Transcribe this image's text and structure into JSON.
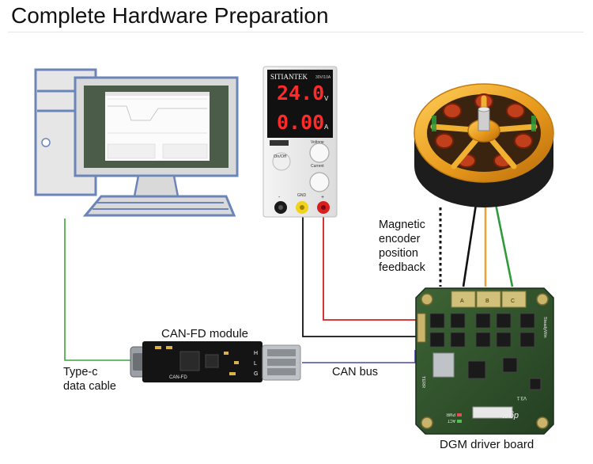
{
  "title": "Complete Hardware Preparation",
  "components": {
    "psu": {
      "brand": "SITIANTEK",
      "model": "30V/10A",
      "voltage_readout": "24.0",
      "voltage_unit": "V",
      "current_readout": "0.00",
      "current_unit": "A",
      "onoff_label": "On/Off",
      "voltage_knob_label": "Voltage",
      "current_knob_label": "Current",
      "gnd_label": "GND",
      "minus_label": "-",
      "plus_label": "+"
    },
    "can_module": {
      "name": "CAN-FD module",
      "silk": "CAN-FD",
      "pins": [
        "H",
        "L",
        "G"
      ]
    },
    "driver_board": {
      "name": "DGM driver board",
      "phases": [
        "A",
        "B",
        "C"
      ],
      "silk_brand": "dgm",
      "silk_version": "V3.1",
      "silk_side": "SteadyWin",
      "silk_termr": "TERR",
      "silk_act": "ACT",
      "silk_pwr": "PWR"
    }
  },
  "labels": {
    "encoder": [
      "Magnetic",
      "encoder",
      "position",
      "feedback"
    ],
    "usb_cable": [
      "Type-c",
      "data cable"
    ],
    "can_bus": "CAN bus"
  },
  "colors": {
    "usb_wire": "#3aa63a",
    "can_wire": "#4a4aa8",
    "power_positive": "#d81e1e",
    "power_negative": "#111111",
    "phase_a": "#111111",
    "phase_b": "#e8a43a",
    "phase_c": "#2e9a3a",
    "monitor_frame": "#6c85b8",
    "pcb": "#2f4f2a",
    "motor_gold": "#e89a1c"
  }
}
